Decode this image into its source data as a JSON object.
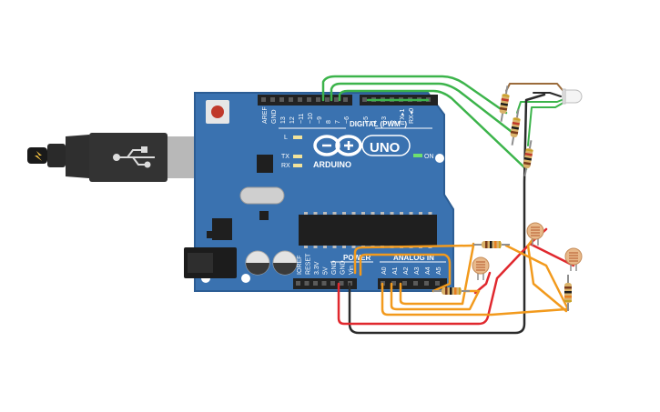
{
  "board": {
    "brand": "ARDUINO",
    "model": "UNO",
    "digital_header": "DIGITAL (PWM~)",
    "power_header": "POWER",
    "analog_header": "ANALOG IN",
    "on_label": "ON",
    "led_labels": [
      "L",
      "TX",
      "RX"
    ],
    "digital_pins": [
      "AREF",
      "GND",
      "13",
      "12",
      "~11",
      "~10",
      "~9",
      "8",
      "7",
      "~6",
      "~5",
      "4",
      "~3",
      "2",
      "TX▸1",
      "RX◂0"
    ],
    "power_pins": [
      "IOREF",
      "RESET",
      "3.3V",
      "5V",
      "GND",
      "GND",
      "Vin"
    ],
    "analog_pins": [
      "A0",
      "A1",
      "A2",
      "A3",
      "A4",
      "A5"
    ]
  },
  "components": {
    "usb_cable": "usb-cable",
    "rgb_led": "rgb-led",
    "photoresistors": 3,
    "resistors": 6
  },
  "wire_colors": {
    "green": "#3cb44b",
    "black": "#2b2b2b",
    "red": "#e0282e",
    "orange": "#f29a1d",
    "brown": "#9b6b3b"
  }
}
